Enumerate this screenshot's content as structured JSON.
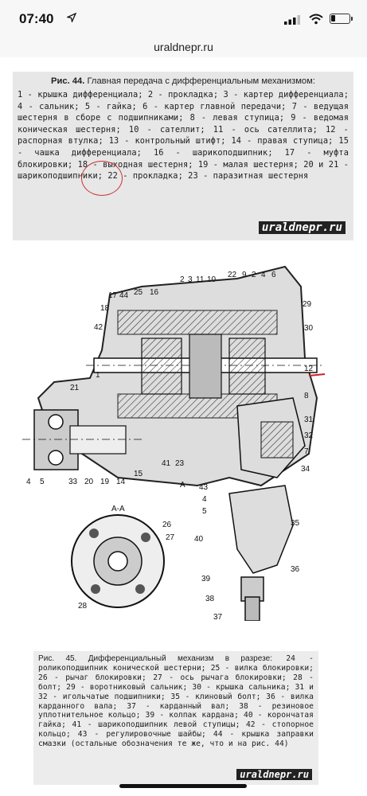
{
  "status_bar": {
    "time": "07:40",
    "icons": [
      "location-arrow-icon",
      "cellular-signal-icon",
      "wifi-icon",
      "battery-icon"
    ]
  },
  "browser": {
    "url": "uraldnepr.ru"
  },
  "fig44": {
    "title_bold": "Рис. 44.",
    "title_text": " Главная передача с дифференциальным механизмом:",
    "caption": "1 - крышка дифференциала; 2 - прокладка; 3 - картер дифференциала; 4 - сальник; 5 - гайка; 6 - картер главной передачи; 7 - ведущая шестерня в сборе с подшипниками; 8 - левая ступица; 9 - ведомая коническая шестерня; 10 - сателлит; 11 - ось сателлита; 12 - распорная втулка; 13 - контрольный штифт; 14 - правая ступица; 15 - чашка дифференциала; 16 - шарикоподшипник; 17 - муфта блокировки; 18 - выходная шестерня; 19 - малая шестерня; 20 и 21 - шарикоподшипники; 22 - прокладка; 23 - паразитная шестерня",
    "watermark": "uraldnepr.ru"
  },
  "drawing": {
    "part_numbers": [
      "22",
      "9",
      "2",
      "4",
      "6",
      "3",
      "11",
      "10",
      "17",
      "44",
      "25",
      "16",
      "18",
      "42",
      "1",
      "21",
      "29",
      "30",
      "12",
      "8",
      "31",
      "32",
      "7",
      "34",
      "5",
      "33",
      "20",
      "19",
      "14",
      "15",
      "41",
      "23",
      "43",
      "4",
      "5",
      "40",
      "35",
      "36",
      "39",
      "38",
      "37",
      "26",
      "27",
      "28"
    ],
    "section_label": "А-А",
    "section_mark": "А"
  },
  "fig45": {
    "title": "Рис. 45. Дифференциальный механизм в разрезе:",
    "caption": "24 - роликоподшипник конической шестерни; 25 - вилка блокировки; 26 - рычаг блокировки; 27 - ось рычага блокировки; 28 - болт; 29 - воротниковый сальник; 30 - крышка сальника; 31 и 32 - игольчатые подшипники; 35 - клиновый болт; 36 - вилка карданного вала; 37 - карданный вал; 38 - резиновое уплотнительное кольцо; 39 - колпак кардана; 40 - корончатая гайка; 41 - шарикоподшипник левой ступицы; 42 - стопорное кольцо; 43 - регулировочные шайбы; 44 - крышка заправки смазки (остальные обозначения те же, что и на рис. 44)",
    "watermark": "uraldnepr.ru"
  }
}
